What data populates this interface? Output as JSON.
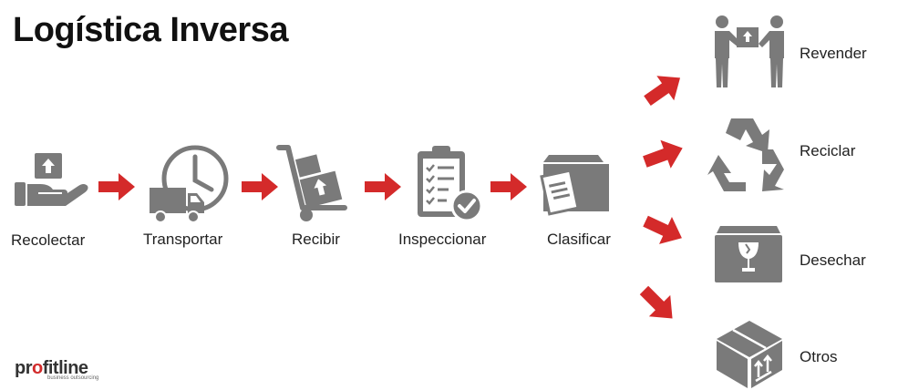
{
  "title": "Logística Inversa",
  "process_steps": [
    {
      "label": "Recolectar",
      "icon": "hand-box-icon"
    },
    {
      "label": "Transportar",
      "icon": "clock-truck-icon"
    },
    {
      "label": "Recibir",
      "icon": "hand-truck-icon"
    },
    {
      "label": "Inspeccionar",
      "icon": "clipboard-check-icon"
    },
    {
      "label": "Clasificar",
      "icon": "box-clipboard-icon"
    }
  ],
  "outcomes": [
    {
      "label": "Revender",
      "icon": "people-exchange-box-icon"
    },
    {
      "label": "Reciclar",
      "icon": "recycle-icon"
    },
    {
      "label": "Desechar",
      "icon": "fragile-box-icon"
    },
    {
      "label": "Otros",
      "icon": "this-side-up-box-icon"
    }
  ],
  "brand": {
    "name_prefix": "pr",
    "name_o": "o",
    "name_suffix": "fitline",
    "tagline": "business outsourcing"
  },
  "colors": {
    "arrow": "#d42a2a",
    "icon": "#7a7a7a",
    "text": "#222222"
  }
}
